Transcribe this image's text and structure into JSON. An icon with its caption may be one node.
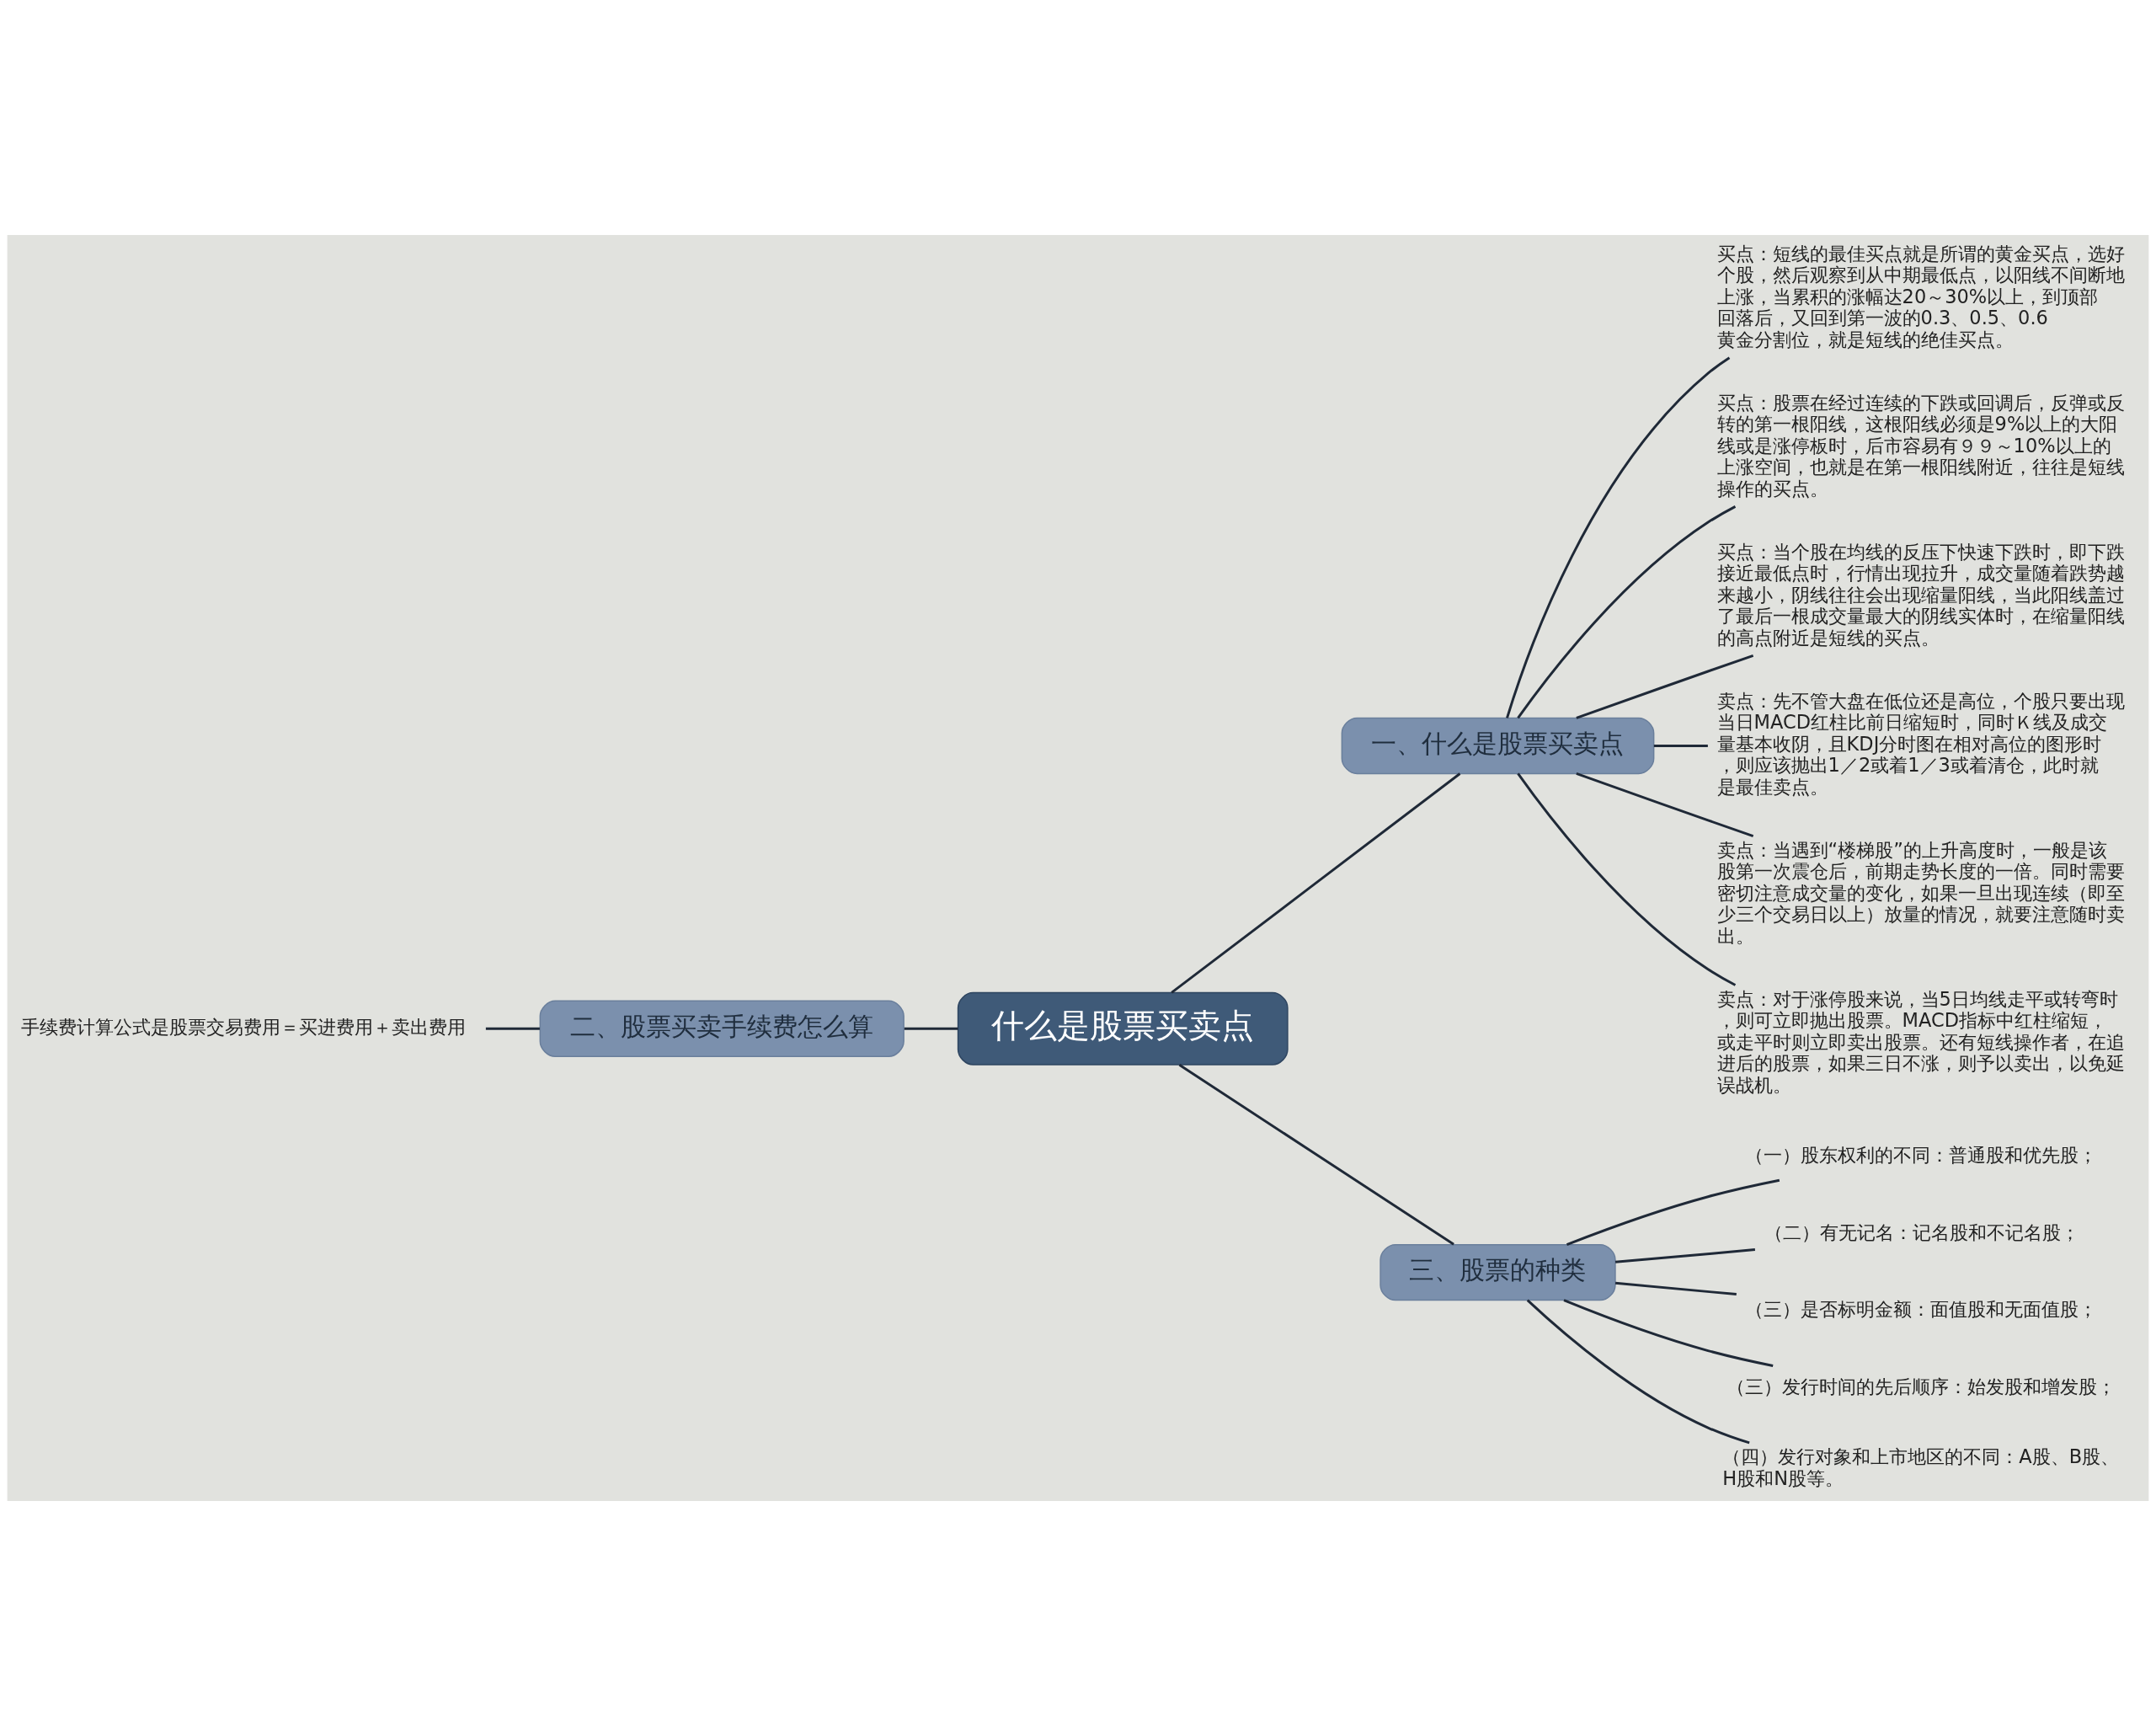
{
  "diagram": {
    "nodes": [
      {
        "text": [
          "什么是股票买卖点"
        ]
      },
      {
        "text": [
          "一、什么是股票买卖点"
        ]
      },
      {
        "text": [
          "买点：短线的最佳买点就是所谓的黄金买点，选好个股，然后观察到从中期最低点，以阳线不间断地上涨，当累积的涨幅达20～30%以上，到顶部回落后，又回到第一波的0.3、0.5、0.6黄金分割位，就是短线的绝佳买点。"
        ]
      },
      {
        "text": [
          "买点：股票在经过连续的下跌或回调后，反弹或反转的第一根阳线，这根阳线必须是9%以上的大阳线或是涨停板时，后市容易有９９～10%以上的上涨空间，也就是在第一根阳线附近，往往是短线操作的买点。"
        ]
      },
      {
        "text": [
          "买点：当个股在均线的反压下快速下跌时，即下跌接近最低点时，行情出现拉升，成交量随着跌势越来越小，阴线往往会出现缩量阳线，当此阳线盖过了最后一根成交量最大的阴线实体时，在缩量阳线的高点附近是短线的买点。"
        ]
      },
      {
        "text": [
          "卖点：先不管大盘在低位还是高位，个股只要出现当日MACD红柱比前日缩短时，同时Ｋ线及成交量基本收阴，且KDJ分时图在相对高位的图形时，则应该抛出1／2或着1／3或着清仓，此时就是最佳卖点。"
        ]
      },
      {
        "text": [
          "卖点：当遇到“楼梯股”的上升高度时，一般是该股第一次震仓后，前期走势长度的一倍。同时需要密切注意成交量的变化，如果一旦出现连续（即至少三个交易日以上）放量的情况，就要注意随时卖出。"
        ]
      },
      {
        "text": [
          "卖点：对于涨停股来说，当5日均线走平或转弯时，则可立即抛出股票。MACD指标中红柱缩短，或走平时则立即卖出股票。还有短线操作者，在追进后的股票，如果三日不涨，则予以卖出，以免延误战机。"
        ]
      },
      {
        "text": [
          "二、股票买卖手续费怎么算"
        ]
      },
      {
        "text": [
          "手续费计算公式是股票交易费用＝买进费用＋卖出费用"
        ]
      },
      {
        "text": [
          "三、股票的种类"
        ]
      },
      {
        "text": [
          "（一）股东权利的不同：普通股和优先股；"
        ]
      },
      {
        "text": [
          "（二）有无记名：记名股和不记名股；"
        ]
      },
      {
        "text": [
          "（三）是否标明金额：面值股和无面值股；"
        ]
      },
      {
        "text": [
          "（三）发行时间的先后顺序：始发股和增发股；"
        ]
      },
      {
        "text": [
          "（四）发行对象和上市地区的不同：A股、B股、H股和N股等。"
        ]
      }
    ],
    "edges": [
      {
        "from": 0,
        "to": 1,
        "arrow": "none"
      },
      {
        "from": 1,
        "to": 2,
        "arrow": "none"
      },
      {
        "from": 1,
        "to": 3,
        "arrow": "none"
      },
      {
        "from": 1,
        "to": 4,
        "arrow": "none"
      },
      {
        "from": 1,
        "to": 5,
        "arrow": "none"
      },
      {
        "from": 1,
        "to": 6,
        "arrow": "none"
      },
      {
        "from": 1,
        "to": 7,
        "arrow": "none"
      },
      {
        "from": 0,
        "to": 8,
        "arrow": "none"
      },
      {
        "from": 8,
        "to": 9,
        "arrow": "none"
      },
      {
        "from": 0,
        "to": 10,
        "arrow": "none"
      },
      {
        "from": 10,
        "to": 11,
        "arrow": "none"
      },
      {
        "from": 10,
        "to": 12,
        "arrow": "none"
      },
      {
        "from": 10,
        "to": 13,
        "arrow": "none"
      },
      {
        "from": 10,
        "to": 14,
        "arrow": "none"
      },
      {
        "from": 10,
        "to": 15,
        "arrow": "none"
      }
    ]
  }
}
